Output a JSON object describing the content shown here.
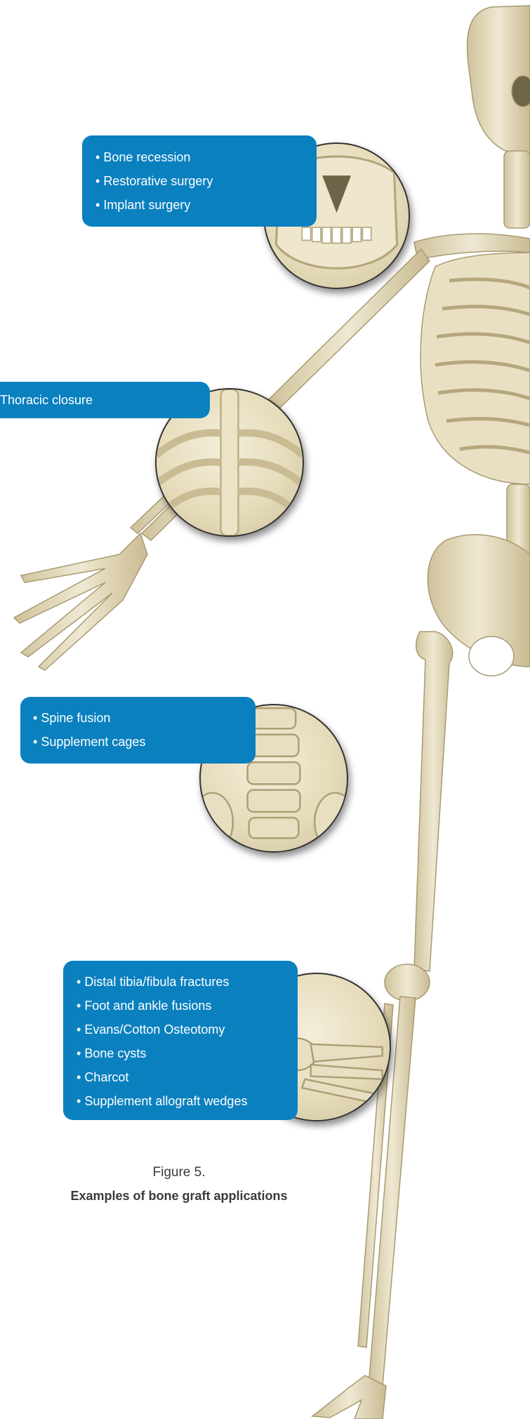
{
  "colors": {
    "callout_bg": "#0a80bf",
    "bone": "#e8dfc2",
    "bone_shadow": "#b9ab82",
    "text_dark": "#3a3a3a"
  },
  "callouts": [
    {
      "id": "jaw",
      "items": [
        "Bone recession",
        "Restorative surgery",
        "Implant surgery"
      ]
    },
    {
      "id": "thorax",
      "items": [
        "Thoracic closure"
      ]
    },
    {
      "id": "spine",
      "items": [
        "Spine fusion",
        "Supplement cages"
      ]
    },
    {
      "id": "foot",
      "items": [
        "Distal tibia/fibula fractures",
        "Foot and ankle fusions",
        "Evans/Cotton Osteotomy",
        "Bone cysts",
        "Charcot",
        "Supplement allograft wedges"
      ]
    }
  ],
  "caption": {
    "figure": "Figure 5.",
    "title": "Examples of bone graft applications"
  }
}
